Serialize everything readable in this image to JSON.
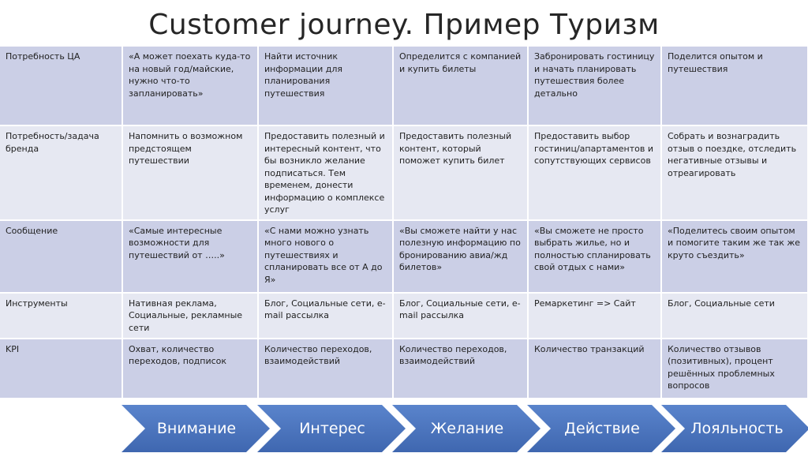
{
  "title": "Customer journey. Пример Туризм",
  "rows": [
    {
      "header": "Потребность ЦА",
      "cells": [
        "«А может поехать куда-то на новый год/майские, нужно что-то запланировать»",
        "Найти источник информации для планирования путешествия",
        "Определится с компанией и купить билеты",
        "Забронировать гостиницу и начать планировать путешествия более детально",
        "Поделится опытом и путешествия"
      ]
    },
    {
      "header": "Потребность/задача бренда",
      "cells": [
        "Напомнить о возможном предстоящем путешествии",
        "Предоставить полезный и интересный контент, что бы возникло желание подписаться. Тем временем, донести информацию о комплексе услуг",
        "Предоставить полезный контент, который поможет купить билет",
        "Предоставить выбор гостиниц/апартаментов и сопутствующих сервисов",
        "Собрать и вознаградить отзыв о поездке, отследить негативные отзывы и отреагировать"
      ]
    },
    {
      "header": "Сообщение",
      "cells": [
        "«Самые интересные возможности для путешествий от …..»",
        "«С нами можно узнать много нового о путешествиях и спланировать все от А до Я»",
        "«Вы сможете найти у нас полезную информацию по бронированию авиа/жд билетов»",
        "«Вы сможете не просто выбрать жилье, но и полностью спланировать свой отдых с нами»",
        "«Поделитесь своим опытом и помогите таким же так же круто съездить»"
      ]
    },
    {
      "header": "Инструменты",
      "cells": [
        "Нативная реклама, Социальные, рекламные сети",
        "Блог, Социальные сети, e-mail рассылка",
        "Блог, Социальные сети, e-mail рассылка",
        "Ремаркетинг => Сайт",
        "Блог, Социальные сети"
      ]
    },
    {
      "header": "KPI",
      "cells": [
        "Охват, количество переходов, подписок",
        "Количество переходов, взаимодействий",
        "Количество переходов, взаимодействий",
        "Количество транзакций",
        "Количество отзывов (позитивных), процент решённых проблемных вопросов"
      ]
    }
  ],
  "stages": [
    "Внимание",
    "Интерес",
    "Желание",
    "Действие",
    "Лояльность"
  ],
  "colors": {
    "row_light": "#e6e8f2",
    "row_dark": "#cbcfe6",
    "arrow": "#4a74be",
    "arrow_text": "#ffffff"
  }
}
